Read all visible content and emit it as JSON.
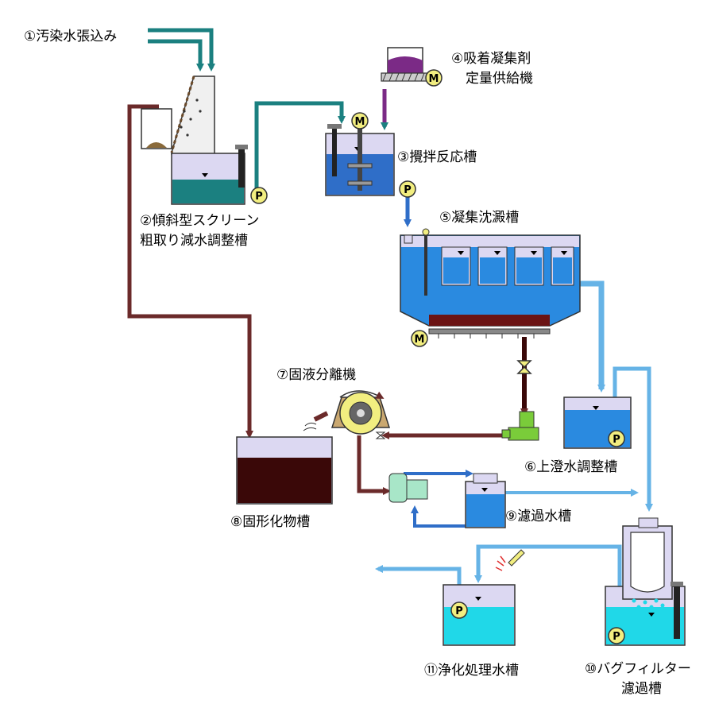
{
  "labels": {
    "wastewater_inflow": "①汚染水張込み",
    "screen_tank_line1": "②傾斜型スクリーン",
    "screen_tank_line2": "粗取り減水調整槽",
    "reaction_tank": "③攪拌反応槽",
    "flocculant_feeder_line1": "④吸着凝集剤",
    "flocculant_feeder_line2": "定量供給機",
    "sedimentation_tank": "⑤凝集沈澱槽",
    "supernatant_tank": "⑥上澄水調整槽",
    "solid_liquid_separator": "⑦固液分離機",
    "solids_tank": "⑧固形化物槽",
    "filtrate_tank": "⑨濾過水槽",
    "bag_filter_line1": "⑩バグフィルター",
    "bag_filter_line2": "濾過槽",
    "treated_water_tank": "⑪浄化処理水槽"
  },
  "symbols": {
    "pump": "P",
    "motor": "M"
  },
  "colors": {
    "teal_pipe": "#1b8080",
    "blue_pipe": "#2f6ec8",
    "light_blue_pipe": "#66b3e6",
    "sludge_pipe": "#6b2a2a",
    "sludge": "#3a0808",
    "water_blue": "#2a8ae0",
    "water_cyan": "#20d8e8",
    "tank_lilac": "#dcd8f2",
    "pump_yellow": "#f2ee80",
    "flocculant_purple": "#7b2a86"
  }
}
